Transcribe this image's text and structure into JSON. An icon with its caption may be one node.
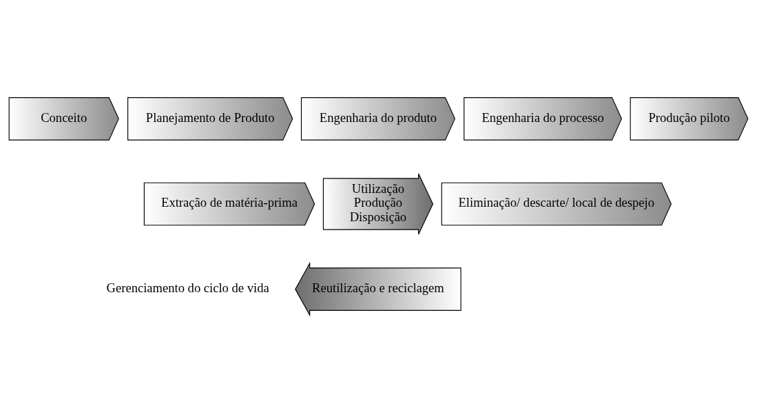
{
  "diagram": {
    "nodes": [
      {
        "text": [
          "Conceito"
        ]
      },
      {
        "text": [
          "Planejamento de Produto"
        ]
      },
      {
        "text": [
          "Engenharia do produto"
        ]
      },
      {
        "text": [
          "Engenharia do processo"
        ]
      },
      {
        "text": [
          "Produção piloto"
        ]
      },
      {
        "text": [
          "Extração de matéria-prima"
        ]
      },
      {
        "text": [
          "Utilização",
          "Produção",
          "Disposição"
        ]
      },
      {
        "text": [
          "Reutilização e reciclagem"
        ]
      },
      {
        "text": [
          "Eliminação/ descarte/ local de despejo"
        ]
      }
    ],
    "edges": [],
    "labels": [
      "Gerenciamento do ciclo de vida"
    ]
  }
}
